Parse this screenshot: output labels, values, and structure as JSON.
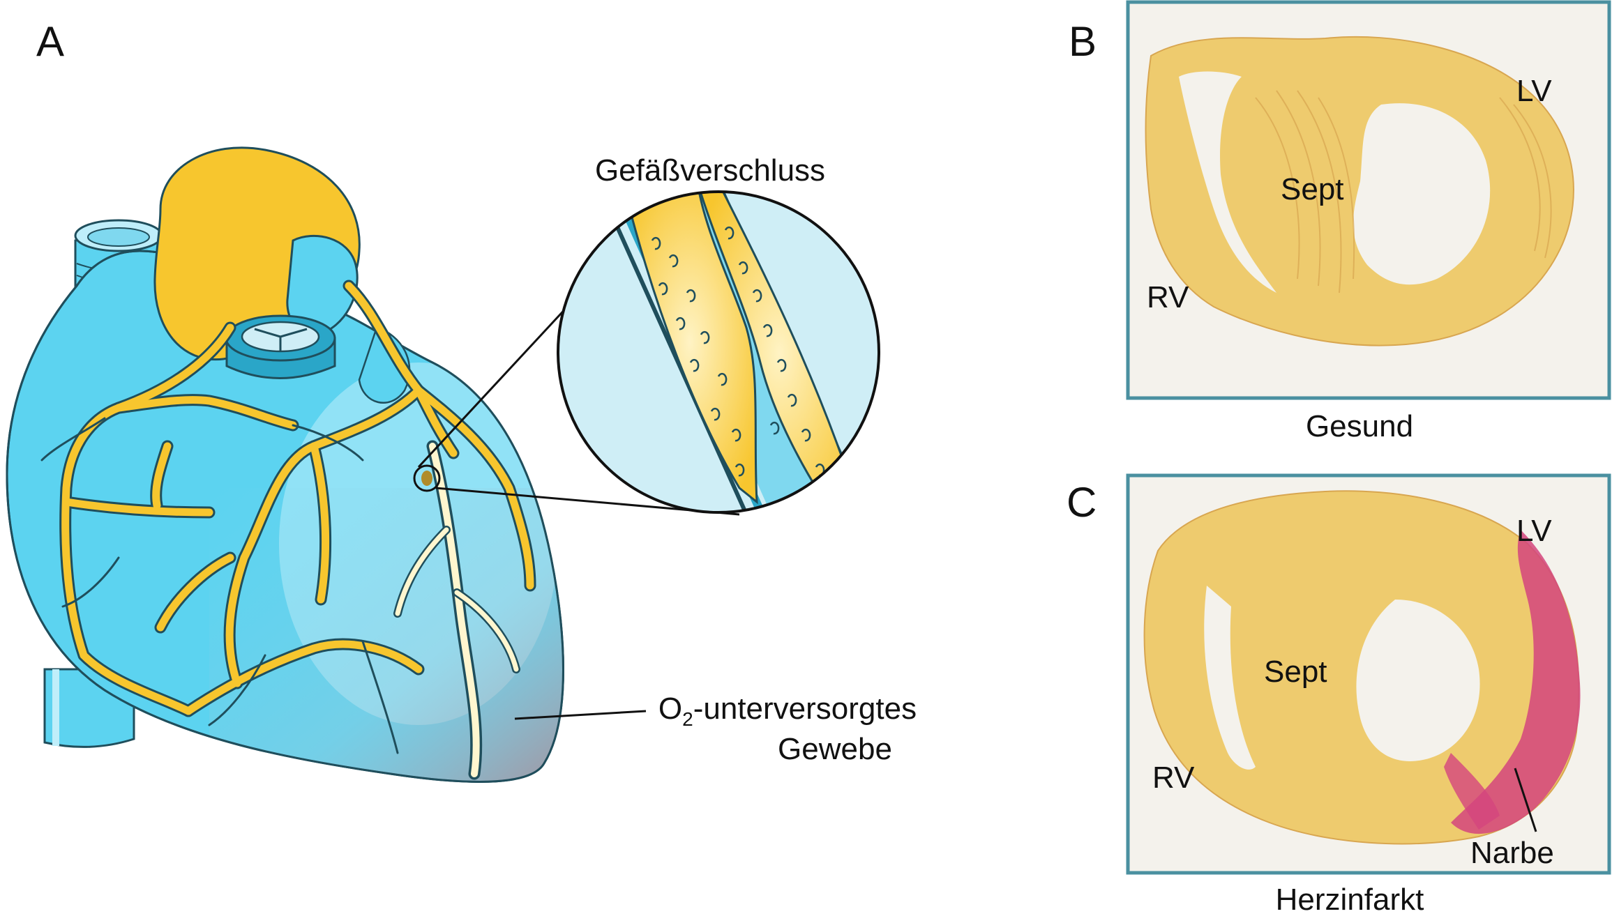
{
  "panels": {
    "a": {
      "letter": "A"
    },
    "b": {
      "letter": "B"
    },
    "c": {
      "letter": "C"
    }
  },
  "heart": {
    "occlusion_title": "Gefäßverschluss",
    "tissue_label_o": "O",
    "tissue_label_sub": "2",
    "tissue_label_rest": "-unterversorgtes",
    "tissue_label_line2": "Gewebe"
  },
  "section_b": {
    "lv": "LV",
    "sept": "Sept",
    "rv": "RV",
    "caption": "Gesund"
  },
  "section_c": {
    "lv": "LV",
    "sept": "Sept",
    "rv": "RV",
    "scar": "Narbe",
    "caption": "Herzinfarkt"
  },
  "colors": {
    "heart_blue": "#5cd3f0",
    "vessel_yellow": "#f7c62e",
    "tissue_stain": "#eecb6e",
    "scar_stain": "#d4457e",
    "frame_teal": "#4a90a0"
  }
}
